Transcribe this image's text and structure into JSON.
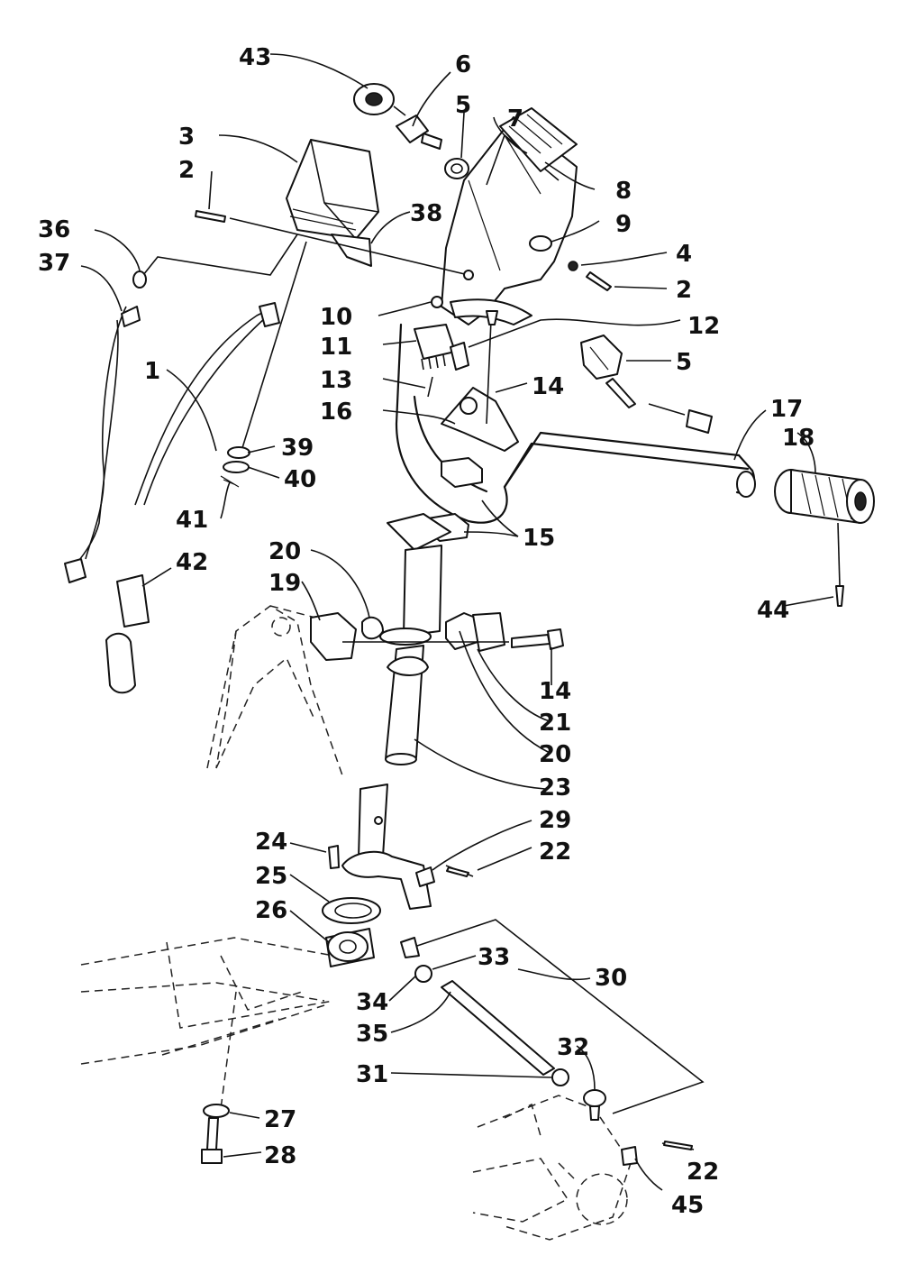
{
  "diagram": {
    "callouts": [
      "43",
      "6",
      "5",
      "7",
      "3",
      "2",
      "8",
      "38",
      "9",
      "36",
      "37",
      "4",
      "2",
      "10",
      "12",
      "11",
      "5",
      "13",
      "14",
      "1",
      "16",
      "17",
      "18",
      "39",
      "40",
      "41",
      "15",
      "42",
      "20",
      "19",
      "44",
      "14",
      "21",
      "20",
      "23",
      "29",
      "24",
      "22",
      "25",
      "26",
      "33",
      "30",
      "34",
      "35",
      "32",
      "31",
      "27",
      "28",
      "22",
      "45"
    ]
  }
}
